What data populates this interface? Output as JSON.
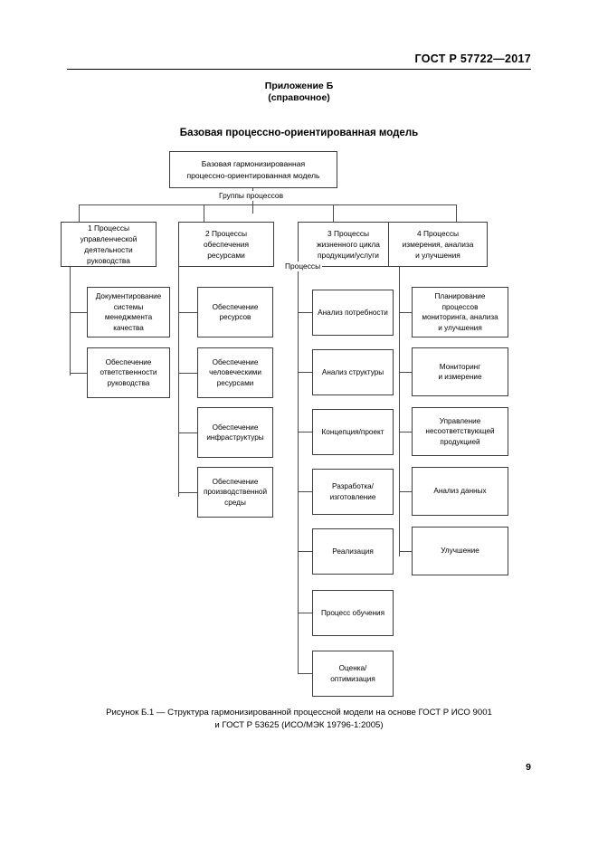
{
  "header": {
    "standard_id": "ГОСТ Р 57722—2017",
    "page_number": "9"
  },
  "annex": {
    "title": "Приложение Б",
    "subtitle": "(справочное)",
    "model_title": "Базовая процессно-ориентированная модель"
  },
  "diagram": {
    "root": {
      "label": "Базовая гармонизированная\nпроцессно-ориентированная модель"
    },
    "edge_labels": {
      "groups": "Группы процессов",
      "processes": "Процессы"
    },
    "groups": [
      {
        "label": "1 Процессы\nуправленческой\nдеятельности\nруководства",
        "children": [
          "Документирование\nсистемы\nменеджмента\nкачества",
          "Обеспечение\nответственности\nруководства"
        ]
      },
      {
        "label": "2 Процессы\nобеспечения\nресурсами",
        "children": [
          "Обеспечение\nресурсов",
          "Обеспечение\nчеловеческими\nресурсами",
          "Обеспечение\nинфраструктуры",
          "Обеспечение\nпроизводственной\nсреды"
        ]
      },
      {
        "label": "3 Процессы\nжизненного цикла\nпродукции/услуги",
        "children": [
          "Анализ потребности",
          "Анализ структуры",
          "Концепция/проект",
          "Разработка/\nизготовление",
          "Реализация",
          "Процесс обучения",
          "Оценка/\nоптимизация"
        ]
      },
      {
        "label": "4 Процессы\nизмерения, анализа\nи улучшения",
        "children": [
          "Планирование\nпроцессов\nмониторинга, анализа\nи улучшения",
          "Мониторинг\nи измерение",
          "Управление\nнесоответствующей\nпродукцией",
          "Анализ данных",
          "Улучшение"
        ]
      }
    ]
  },
  "figure_caption": {
    "line1": "Рисунок Б.1 — Структура гармонизированной процессной модели на основе ГОСТ Р ИСО 9001",
    "line2": "и ГОСТ Р 53625 (ИСО/МЭК 19796-1:2005)"
  }
}
